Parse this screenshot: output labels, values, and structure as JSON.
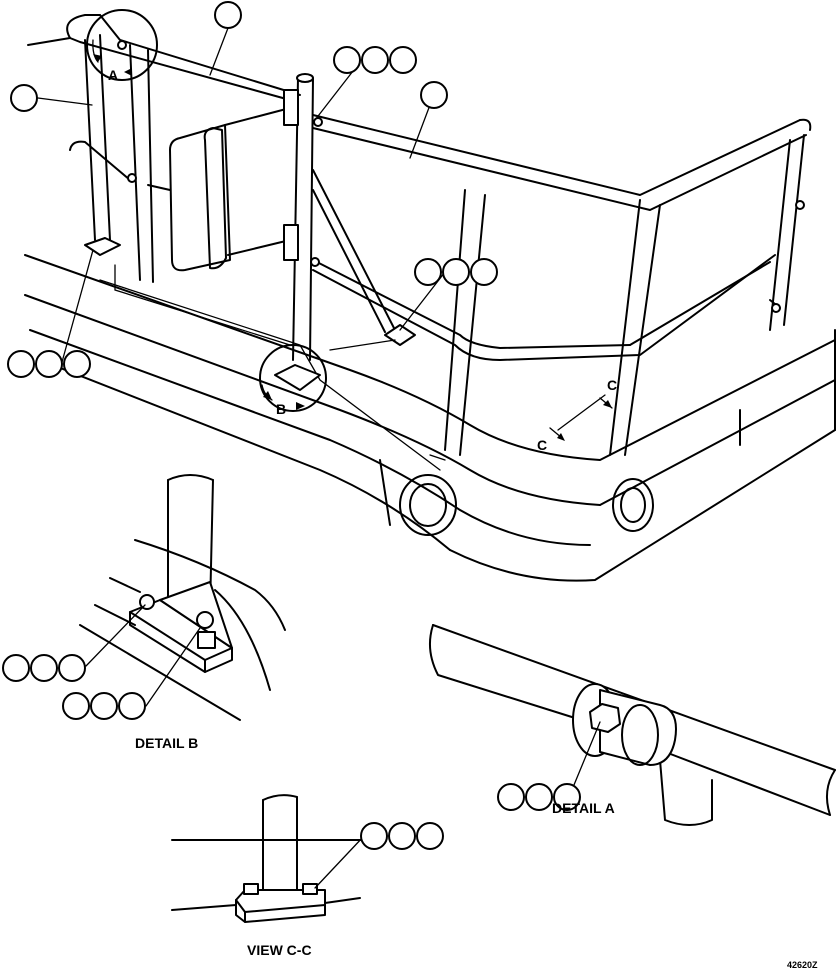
{
  "labels": {
    "detail_a_marker": "A",
    "detail_b_marker": "B",
    "section_c_left": "C",
    "section_c_right": "C",
    "detail_a_title": "DETAIL A",
    "detail_b_title": "DETAIL B",
    "view_cc_title": "VIEW C-C",
    "figure_number": "42620Z"
  },
  "callouts": {
    "top_rail": 1,
    "left_post": 1,
    "right_rail": 1,
    "post_clamp": 3,
    "rear_bracket": 3,
    "left_base": 3,
    "detail_b_upper": 3,
    "detail_b_lower": 3,
    "detail_a_bolt": 3,
    "view_cc_bolt": 3
  }
}
